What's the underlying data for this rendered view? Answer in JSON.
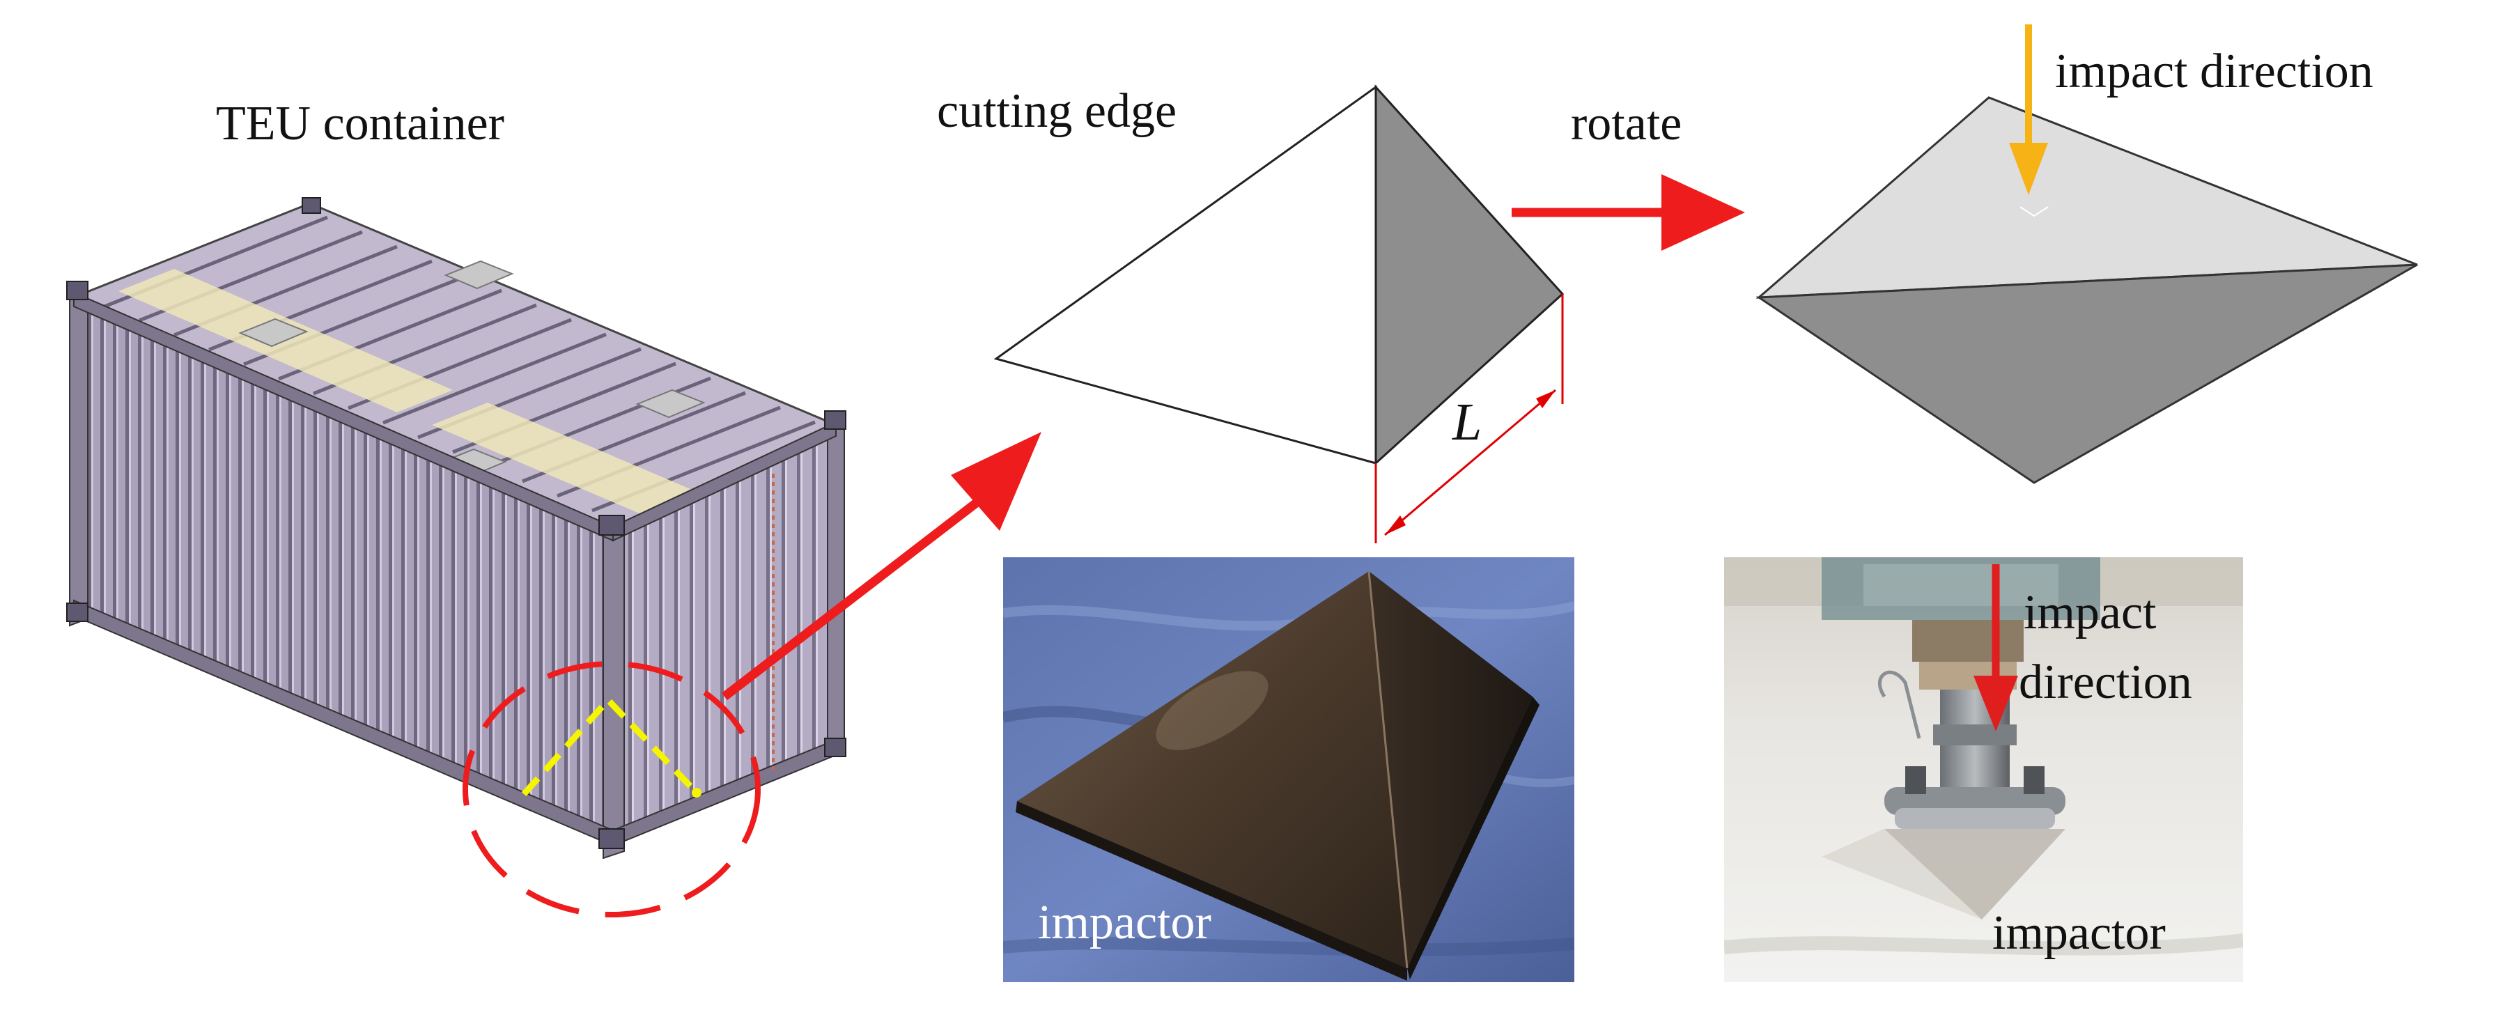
{
  "labels": {
    "container": "TEU container",
    "cutting_edge": "cutting edge",
    "rotate": "rotate",
    "impact_direction_top": "impact direction",
    "edge_length": "L",
    "impactor_left": "impactor",
    "impact_direction_line1": "impact",
    "impact_direction_line2": "direction",
    "impactor_right": "impactor"
  },
  "colors": {
    "arrow_red": "#ee1c1c",
    "arrow_orange": "#f7b216",
    "container_purple": "#a89fb8",
    "container_dark": "#6f6880",
    "pyramid_gray": "#8e8e8e",
    "pyramid_light": "#dedede",
    "highlight_yellow": "#f5f500"
  }
}
